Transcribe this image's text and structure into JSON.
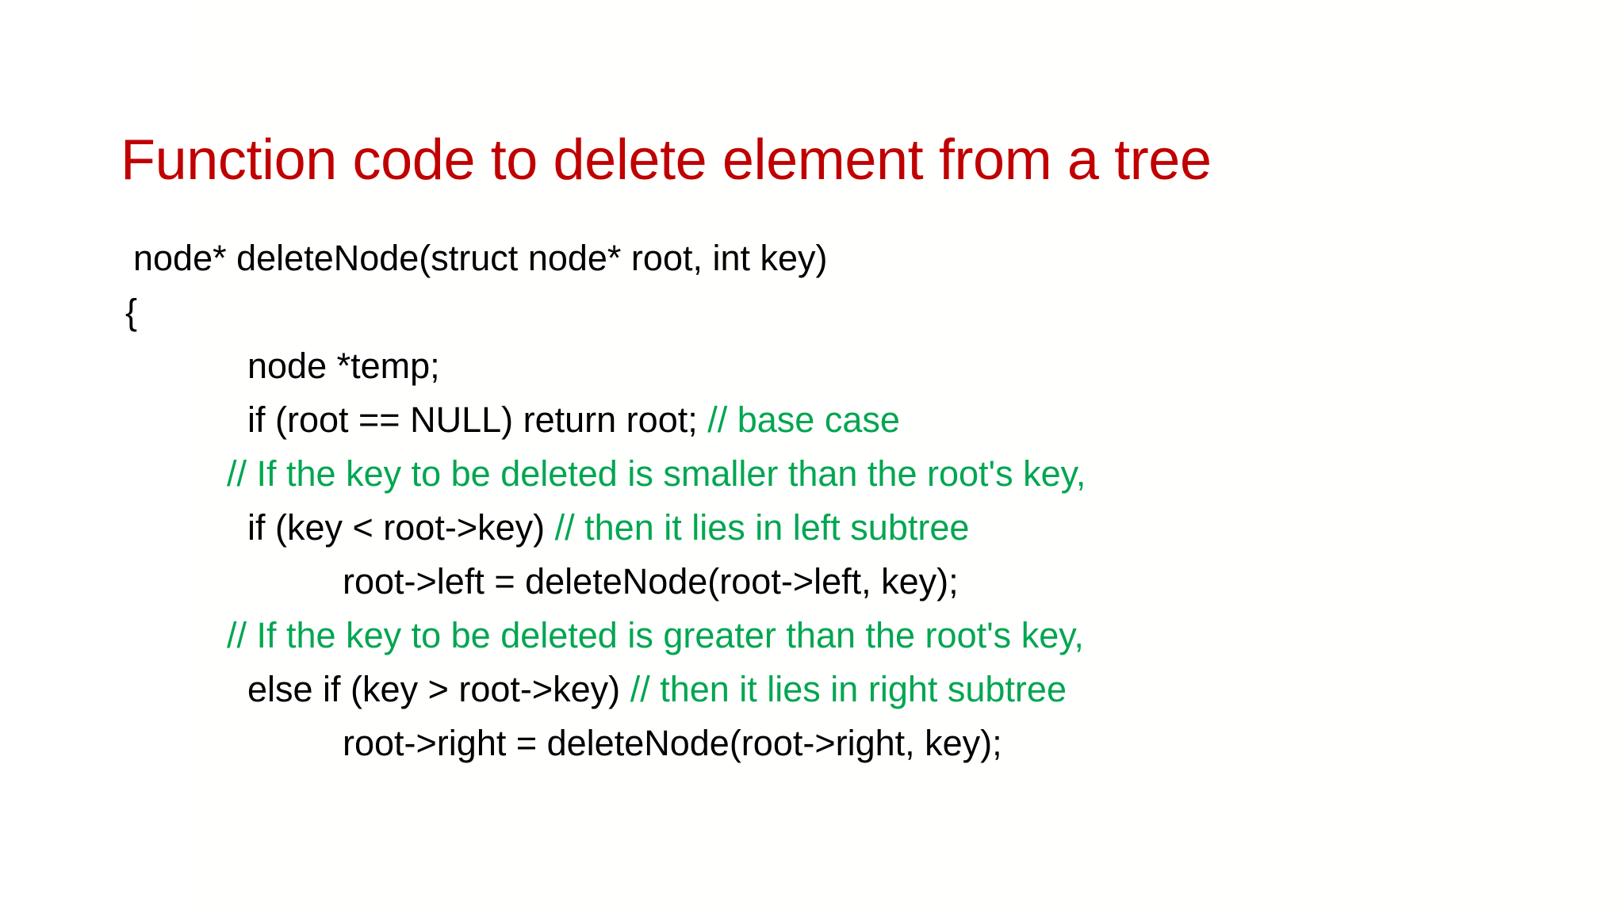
{
  "slide": {
    "background_color": "#FFFFFF",
    "title": "Function code to delete element from a tree",
    "title_color": "#C00000",
    "code_color": "#000000",
    "comment_color": "#00A651"
  },
  "code": {
    "lines": [
      {
        "indent": 0,
        "segments": [
          {
            "kind": "code",
            "text": "node* deleteNode(struct node* root, int key)"
          }
        ]
      },
      {
        "indent": 1,
        "segments": [
          {
            "kind": "code",
            "text": "{"
          }
        ]
      },
      {
        "indent": 2,
        "segments": [
          {
            "kind": "code",
            "text": "node *temp;"
          }
        ]
      },
      {
        "indent": 2,
        "segments": [
          {
            "kind": "code",
            "text": "if (root == NULL) return root; "
          },
          {
            "kind": "comment",
            "text": "// base case"
          }
        ]
      },
      {
        "indent": 3,
        "segments": [
          {
            "kind": "comment",
            "text": "// If the key to be deleted is smaller than the root's key,"
          }
        ]
      },
      {
        "indent": 2,
        "segments": [
          {
            "kind": "code",
            "text": "if (key < root->key) "
          },
          {
            "kind": "comment",
            "text": "// then it lies in left subtree"
          }
        ]
      },
      {
        "indent": 4,
        "segments": [
          {
            "kind": "code",
            "text": "root->left = deleteNode(root->left, key);"
          }
        ]
      },
      {
        "indent": 3,
        "segments": [
          {
            "kind": "comment",
            "text": "// If the key to be deleted is greater than the root's key,"
          }
        ]
      },
      {
        "indent": 2,
        "segments": [
          {
            "kind": "code",
            "text": "else if (key > root->key) "
          },
          {
            "kind": "comment",
            "text": "// then it lies in right subtree"
          }
        ]
      },
      {
        "indent": 4,
        "segments": [
          {
            "kind": "code",
            "text": "root->right = deleteNode(root->right, key);"
          }
        ]
      }
    ]
  }
}
